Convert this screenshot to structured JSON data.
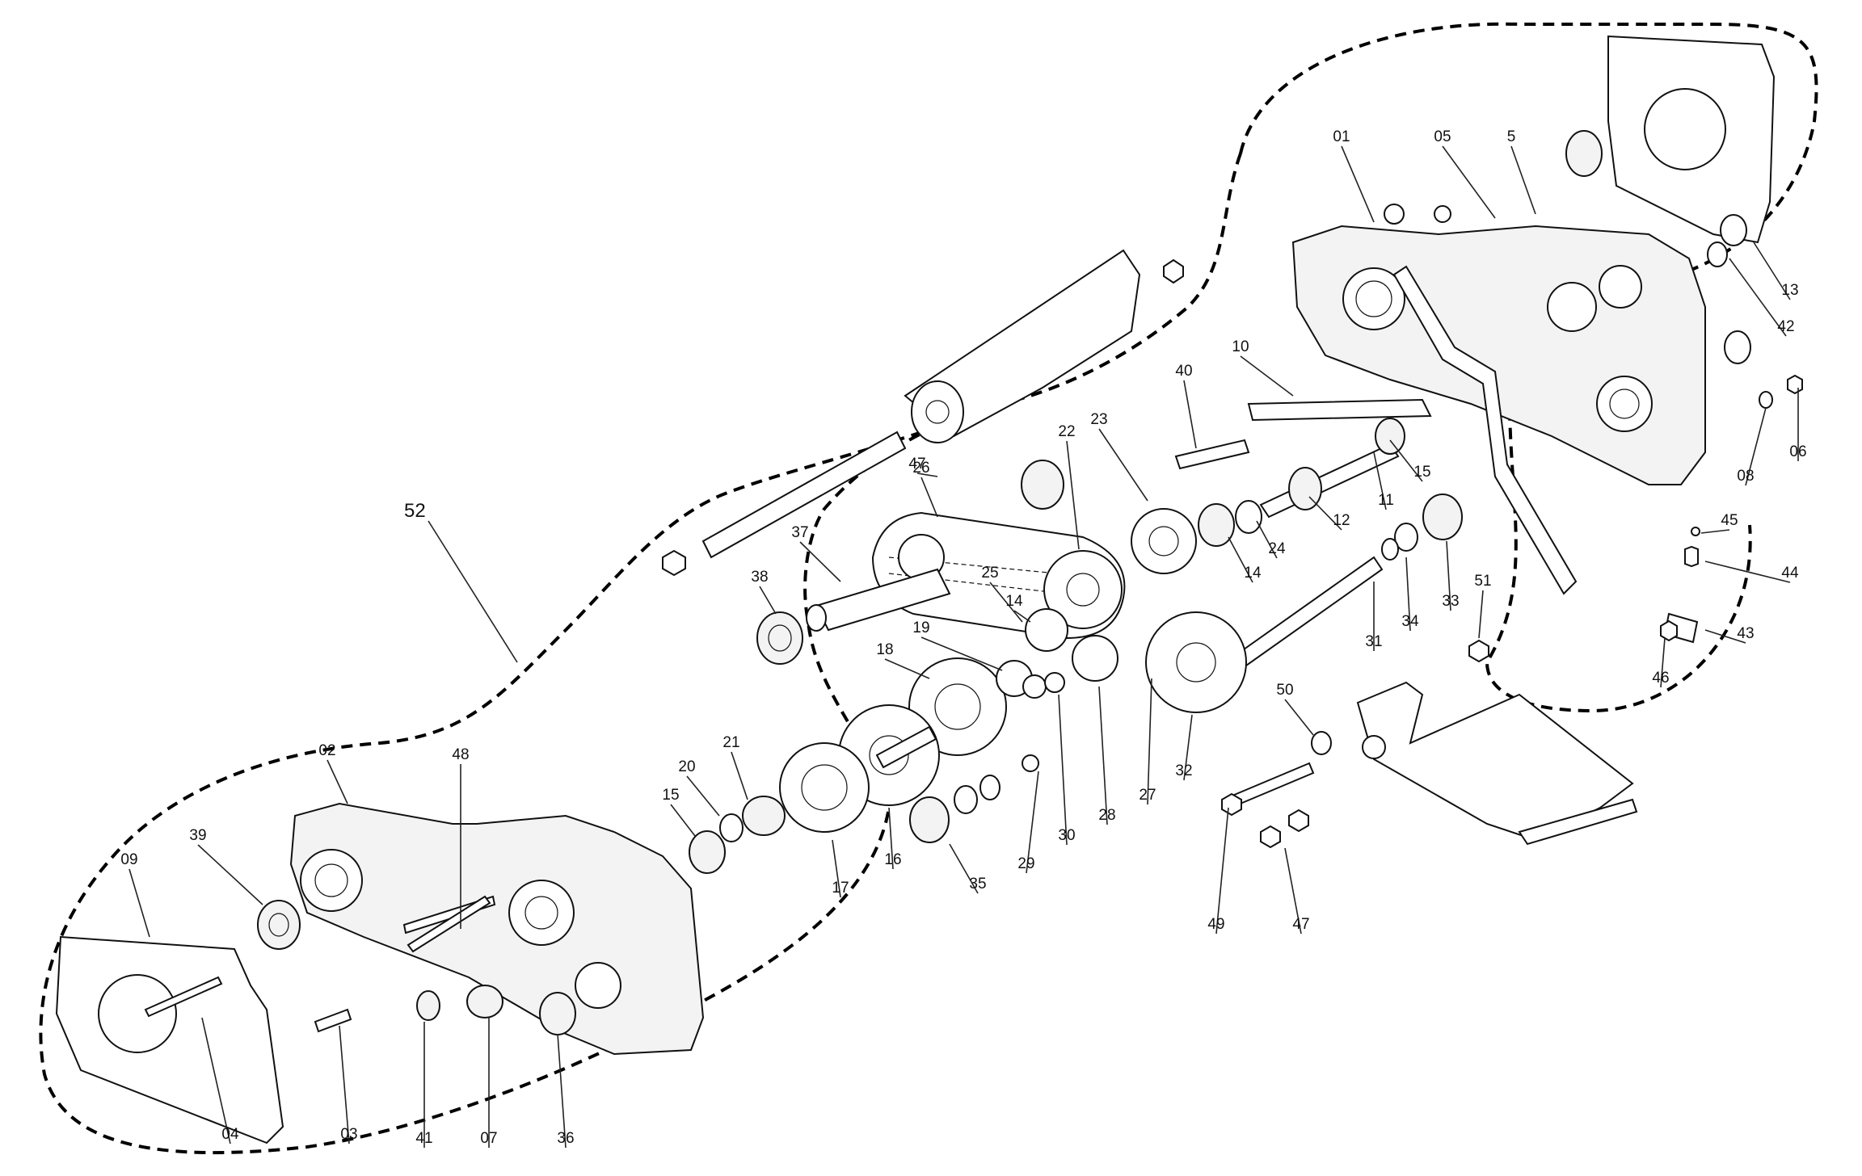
{
  "diagram": {
    "assembly_label": "52",
    "callouts": [
      "01",
      "05",
      "5",
      "13",
      "42",
      "06",
      "08",
      "10",
      "40",
      "23",
      "22",
      "26",
      "11",
      "15",
      "12",
      "24",
      "14",
      "37",
      "38",
      "25",
      "19",
      "18",
      "21",
      "20",
      "15",
      "17",
      "16",
      "35",
      "29",
      "30",
      "28",
      "27",
      "32",
      "31",
      "34",
      "33",
      "51",
      "45",
      "44",
      "43",
      "46",
      "50",
      "47",
      "49",
      "48",
      "02",
      "39",
      "09",
      "04",
      "03",
      "41",
      "07",
      "36",
      "47",
      "14"
    ]
  }
}
